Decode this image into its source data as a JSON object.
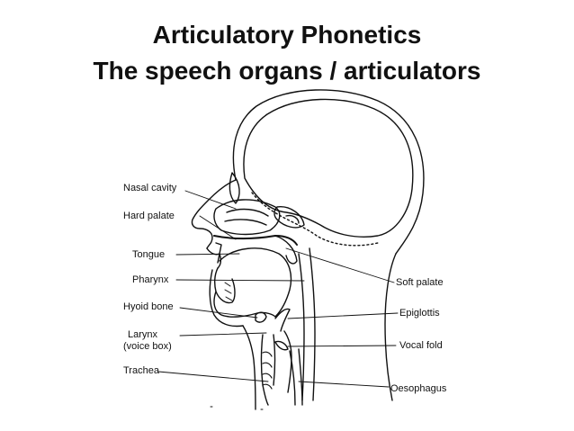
{
  "slide": {
    "title_line1": "Articulatory Phonetics",
    "title_line2": "The speech organs / articulators"
  },
  "labels": {
    "nasal_cavity": "Nasal cavity",
    "hard_palate": "Hard palate",
    "tongue": "Tongue",
    "pharynx": "Pharynx",
    "hyoid_bone": "Hyoid bone",
    "larynx": "Larynx",
    "voice_box": "(voice box)",
    "trachea": "Trachea",
    "soft_palate": "Soft palate",
    "epiglottis": "Epiglottis",
    "vocal_fold": "Vocal fold",
    "oesophagus": "Oesophagus"
  }
}
